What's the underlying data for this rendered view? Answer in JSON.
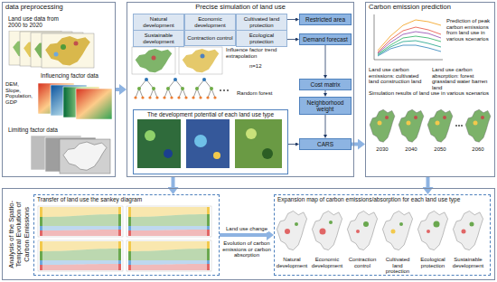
{
  "diagram": {
    "nodes": [
      {
        "text": [
          "data preprocessing"
        ]
      },
      {
        "text": [
          "Land use data from 2000 to 2020"
        ],
        "in": 0
      },
      {
        "text": [
          "Influencing factor data"
        ],
        "in": 0
      },
      {
        "text": [
          "Limiting factor data"
        ],
        "in": 0
      },
      {
        "text": [
          "Precise simulation of land use"
        ]
      },
      {
        "text": [
          "Natural development"
        ],
        "in": 4
      },
      {
        "text": [
          "Economic development"
        ],
        "in": 4
      },
      {
        "text": [
          "Cultivated land protection"
        ],
        "in": 4
      },
      {
        "text": [
          "Sustainable development"
        ],
        "in": 4
      },
      {
        "text": [
          "Contraction control"
        ],
        "in": 4
      },
      {
        "text": [
          "Ecological protection"
        ],
        "in": 4
      },
      {
        "text": [
          "Restricted area"
        ],
        "in": 4
      },
      {
        "text": [
          "Demand forecast"
        ],
        "in": 4
      },
      {
        "text": [
          "Cost matrix"
        ],
        "in": 4
      },
      {
        "text": [
          "Neighborhood weight"
        ],
        "in": 4
      },
      {
        "text": [
          "CARS"
        ],
        "in": 4
      },
      {
        "text": [
          "The development potential of each land use type"
        ],
        "in": 4
      },
      {
        "text": [
          "Carbon emission prediction"
        ]
      },
      {
        "text": [
          "Analysis of the Spatio-Temporal Evolution of Carbon Emissions"
        ]
      },
      {
        "text": [
          "Transfer of land use the sankey diagram"
        ],
        "in": 18
      },
      {
        "text": [
          "Expansion map of carbon emissions/absorption for each land use type"
        ],
        "in": 18
      }
    ],
    "edges": [
      {
        "from": 0,
        "to": 4,
        "arrow": "to"
      },
      {
        "from": 15,
        "to": 17,
        "arrow": "to"
      },
      {
        "from": 7,
        "to": 11,
        "arrow": "to"
      },
      {
        "from": 10,
        "to": 12,
        "arrow": "to"
      },
      {
        "from": 12,
        "to": 13,
        "arrow": "to"
      },
      {
        "from": 13,
        "to": 14,
        "arrow": "to"
      },
      {
        "from": 14,
        "to": 15,
        "arrow": "to"
      },
      {
        "from": 16,
        "to": 15,
        "arrow": "to"
      },
      {
        "from": 4,
        "to": 19,
        "arrow": "to"
      },
      {
        "from": 17,
        "to": 20,
        "arrow": "to"
      },
      {
        "from": 19,
        "to": 20,
        "arrow": "to",
        "label": "Land use change"
      }
    ],
    "labels": [
      "DEM, Slope, Population, GDP",
      "Influence factor trend extrapolation",
      "n=12",
      "Random forest",
      "Prediction of peak carbon emissions from land use in various scenarios",
      "Land use carbon emissions: cultivated land construction land",
      "Land use carbon absorption: forest grassland water barren land",
      "Simulation results of land use in various scenarios",
      "2030",
      "2040",
      "2050",
      "2060",
      "Evolution of carbon emissions or carbon absorption",
      "Natural development",
      "Economic development",
      "Contraction control",
      "Cultivated land protection",
      "Ecological protection",
      "Sustainable development"
    ]
  }
}
